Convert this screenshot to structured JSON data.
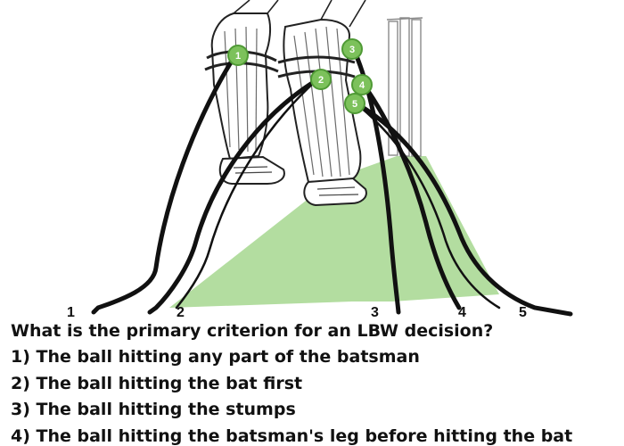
{
  "diagram": {
    "path_labels": [
      "1",
      "2",
      "3",
      "4",
      "5"
    ],
    "marker_labels": [
      "1",
      "2",
      "3",
      "4",
      "5"
    ],
    "colors": {
      "pitch": "#b3dda0",
      "marker": "#7cc15b",
      "marker_stroke": "#4f9a35",
      "line": "#111111"
    }
  },
  "quiz": {
    "question": "What is the primary criterion for an LBW decision?",
    "options": [
      "1) The ball hitting any part of the batsman",
      "2) The ball hitting the bat first",
      "3) The ball hitting the stumps",
      "4) The ball hitting the batsman's leg before hitting the bat"
    ]
  }
}
